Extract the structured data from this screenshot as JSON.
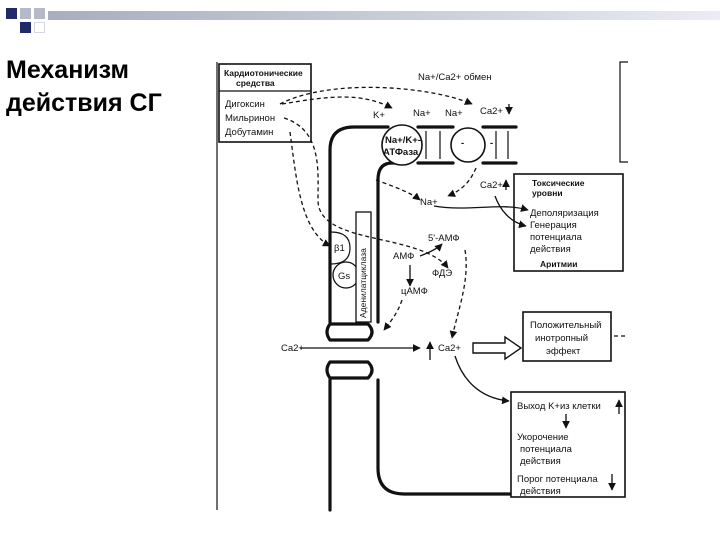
{
  "slide": {
    "title_line1": "Механизм",
    "title_line2": "действия СГ"
  },
  "diagram": {
    "drugs_box": {
      "header": "Кардиотонические средства",
      "header_line1": "Кардиотонические",
      "header_line2": "средства",
      "items": [
        "Дигоксин",
        "Мильринон",
        "Добутамин"
      ]
    },
    "exchange_label": "Na+/Ca2+ обмен",
    "ions_top": [
      "K+",
      "Na+",
      "Na+",
      "Ca2+"
    ],
    "pump_label_line1": "Na+/K+-",
    "pump_label_line2": "АТФаза",
    "receptor_b1": "β1",
    "receptor_gs": "Gs",
    "adenylate_cyclase": "Аденилатциклаза",
    "amp_5": "5'-АМФ",
    "amp": "АМФ",
    "pde": "ФДЭ",
    "camp": "цАМФ",
    "na_inside": "Na+",
    "ca_inside_top": "Ca2+",
    "ca_outside": "Ca2+",
    "ca_inside_mid": "Ca2+",
    "toxic_box": {
      "header_line1": "Токсические",
      "header_line2": "уровни",
      "lines": [
        "Деполяризация",
        "Генерация",
        "потенциала",
        "действия"
      ],
      "footer": "Аритмии"
    },
    "inotropic_box": {
      "lines": [
        "Положительный",
        "инотропный",
        "эффект"
      ]
    },
    "k_box": {
      "line1": "Выход K+из клетки",
      "short_lines": [
        "Укорочение",
        "потенциала",
        "действия"
      ],
      "threshold_lines": [
        "Порог потенциала",
        "действия"
      ]
    }
  }
}
